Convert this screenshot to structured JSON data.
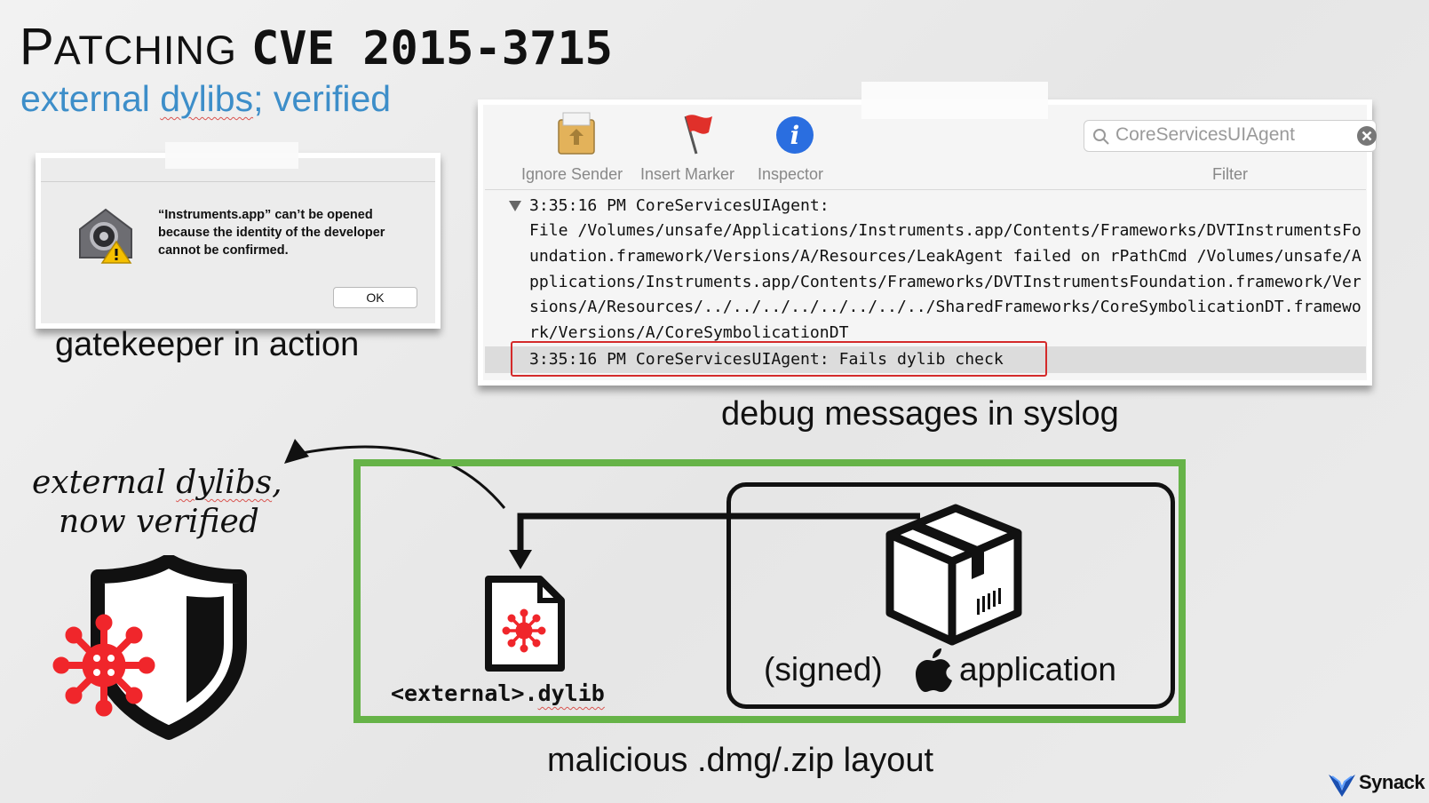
{
  "slide": {
    "title_initial": "P",
    "title_rest": "ATCHING",
    "title_cve": "CVE 2015-3715",
    "subtitle_pre": "external ",
    "subtitle_word": "dylibs",
    "subtitle_post": "; verified"
  },
  "gatekeeper": {
    "message_line1": "“Instruments.app” can’t be opened",
    "message_line2": "because the identity of the developer",
    "message_line3": "cannot be confirmed.",
    "ok_label": "OK",
    "caption": "gatekeeper in action"
  },
  "console": {
    "toolbar": {
      "ignore_sender": "Ignore Sender",
      "insert_marker": "Insert Marker",
      "inspector": "Inspector",
      "filter_label": "Filter",
      "search_value": "CoreServicesUIAgent"
    },
    "log_entry_1_header": "3:35:16 PM CoreServicesUIAgent:",
    "log_entry_1_lines": [
      "File /Volumes/unsafe/Applications/Instruments.app/Contents/Frameworks/DVTInstrumentsFo",
      "undation.framework/Versions/A/Resources/LeakAgent failed on rPathCmd /Volumes/unsafe/A",
      "pplications/Instruments.app/Contents/Frameworks/DVTInstrumentsFoundation.framework/Ver",
      "sions/A/Resources/../../../../../../../../SharedFrameworks/CoreSymbolicationDT.framewo",
      "rk/Versions/A/CoreSymbolicationDT"
    ],
    "log_entry_2": "3:35:16 PM CoreServicesUIAgent: Fails dylib check",
    "caption": "debug messages in syslog"
  },
  "diagram": {
    "note_line1_pre": "external ",
    "note_line1_word": "dylibs",
    "note_line1_post": ",",
    "note_line2": "now verified",
    "dylib_pre": "<external>.",
    "dylib_word": "dylib",
    "signed_label": "(signed)",
    "app_label": "application",
    "caption": "malicious .dmg/.zip layout"
  },
  "brand": {
    "name": "Synack"
  },
  "colors": {
    "accent_blue": "#3d8ec9",
    "green_border": "#66b348",
    "malware_red": "#f0262b",
    "highlight_red": "#d42a2a"
  },
  "icons": [
    "gatekeeper-lock-icon",
    "ignore-sender-icon",
    "insert-marker-flag-icon",
    "inspector-info-icon",
    "search-icon",
    "clear-search-icon",
    "disclosure-triangle-icon",
    "dylib-file-icon",
    "package-box-icon",
    "apple-logo-icon",
    "shield-icon",
    "virus-icon",
    "synack-logo-icon"
  ]
}
